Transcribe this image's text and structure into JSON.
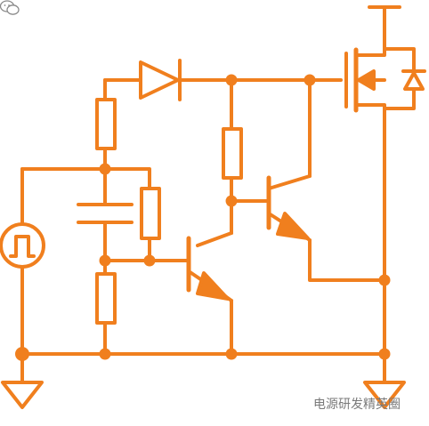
{
  "watermark": {
    "text": "电源研发精英圈",
    "icon": "wechat-icon"
  },
  "colors": {
    "wire": "#f07f1e",
    "background": "#ffffff",
    "watermark_text": "#7a7a7a"
  },
  "components": [
    "pulse-source",
    "diode",
    "resistor",
    "capacitor",
    "npn-transistor",
    "mosfet",
    "body-diode",
    "ground"
  ]
}
